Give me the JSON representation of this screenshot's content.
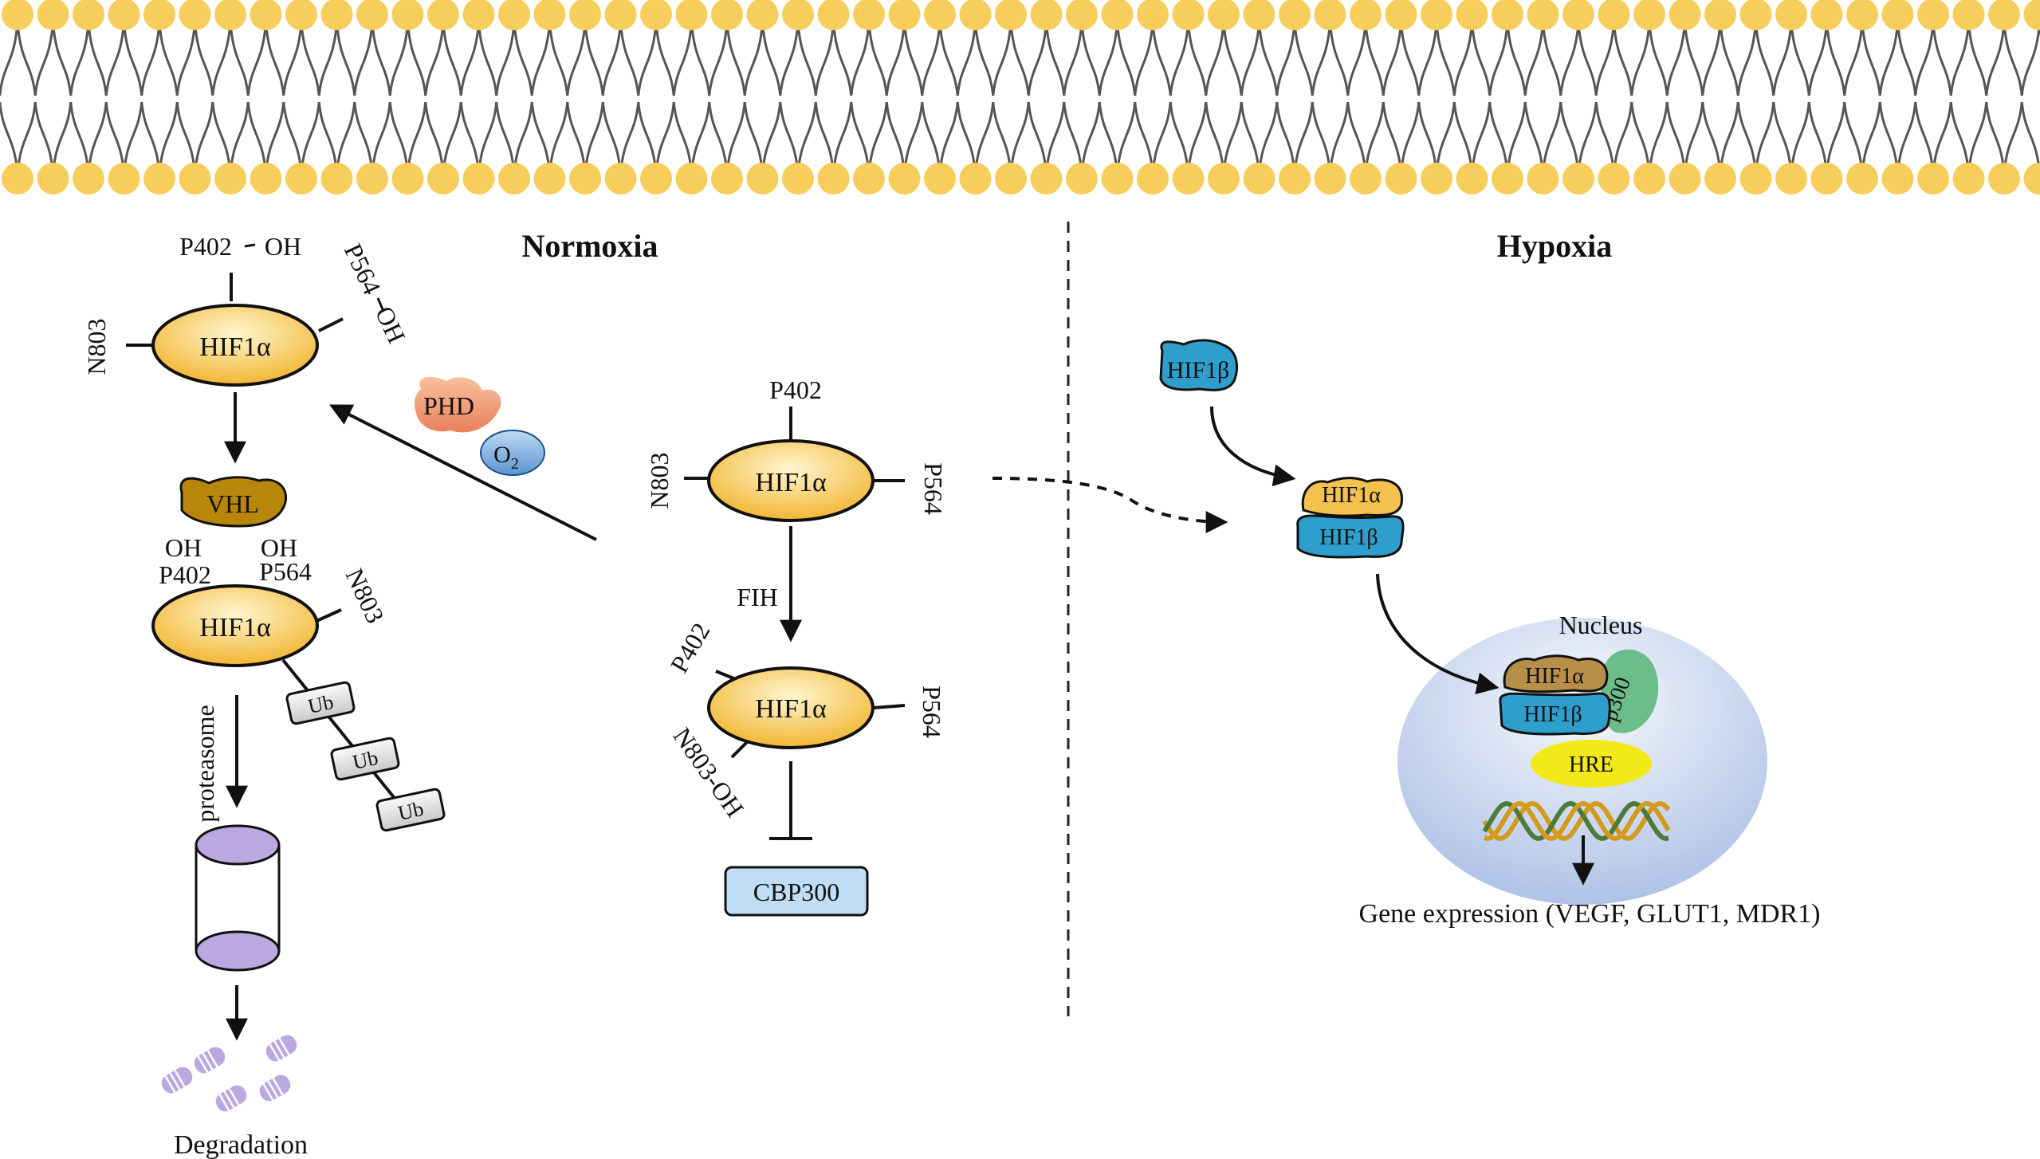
{
  "titles": {
    "normoxia": "Normoxia",
    "hypoxia": "Hypoxia"
  },
  "colors": {
    "lipid_head": "#F7CD5B",
    "lipid_tail": "#555555",
    "hif1a": "#F5C14E",
    "hif1b": "#2E9FCC",
    "vhl": "#B8860B",
    "phd": "#F0906A",
    "o2": "#6FA8DC",
    "proteasome": "#B9A9E0",
    "cbp300": "#BFDDF5",
    "nucleus": "#C9D6EE",
    "hre": "#F2EA18",
    "p300": "#6BBE8A",
    "dna_gold": "#D49A1E",
    "dna_green": "#4F7A3A"
  },
  "normoxia_left": {
    "top_protein": {
      "label": "HIF1α",
      "p402": "P402",
      "oh1": "OH",
      "p564": "P564",
      "oh2": "OH",
      "n803": "N803"
    },
    "vhl": "VHL",
    "bound_protein": {
      "label": "HIF1α",
      "oh_left": "OH",
      "oh_right": "OH",
      "p402": "P402",
      "p564": "P564",
      "n803": "N803"
    },
    "ubiquitin": [
      "Ub",
      "Ub",
      "Ub"
    ],
    "proteasome_label": "proteasome",
    "degradation_label": "Degradation"
  },
  "enzymes": {
    "phd": "PHD",
    "o2": "O",
    "o2_sub": "2"
  },
  "normoxia_center": {
    "top_protein": {
      "label": "HIF1α",
      "p402": "P402",
      "n803": "N803",
      "p564": "P564"
    },
    "fih_label": "FIH",
    "bottom_protein": {
      "label": "HIF1α",
      "p402": "P402",
      "n803oh": "N803-OH",
      "p564": "P564"
    },
    "cbp300": "CBP300"
  },
  "hypoxia": {
    "hif1b_free": "HIF1β",
    "dimer_alpha": "HIF1α",
    "dimer_beta": "HIF1β",
    "nucleus_label": "Nucleus",
    "nuc_alpha": "HIF1α",
    "nuc_beta": "HIF1β",
    "p300": "p300",
    "hre": "HRE",
    "gene_expression": "Gene expression (VEGF, GLUT1, MDR1)"
  }
}
